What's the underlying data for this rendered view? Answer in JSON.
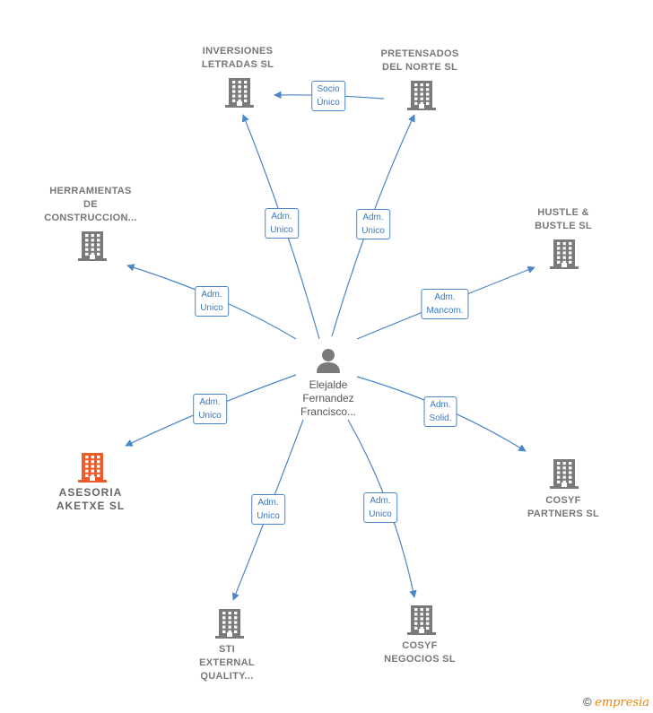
{
  "diagram": {
    "center": {
      "name": "Elejalde\nFernandez\nFrancisco..."
    },
    "companies": [
      {
        "id": "inversiones",
        "name": "INVERSIONES\nLETRADAS  SL",
        "highlight": false
      },
      {
        "id": "pretensados",
        "name": "PRETENSADOS\nDEL NORTE SL",
        "highlight": false
      },
      {
        "id": "herramientas",
        "name": "HERRAMIENTAS\nDE\nCONSTRUCCION...",
        "highlight": false
      },
      {
        "id": "hustle",
        "name": "HUSTLE &\nBUSTLE  SL",
        "highlight": false
      },
      {
        "id": "asesoria",
        "name": "ASESORIA\nAKETXE  SL",
        "highlight": true
      },
      {
        "id": "cosyfp",
        "name": "COSYF\nPARTNERS  SL",
        "highlight": false
      },
      {
        "id": "sti",
        "name": "STI\nEXTERNAL\nQUALITY...",
        "highlight": false
      },
      {
        "id": "cosyfn",
        "name": "COSYF\nNEGOCIOS SL",
        "highlight": false
      }
    ],
    "edges": [
      {
        "from": "center",
        "to": "inversiones",
        "label": "Adm.\nUnico"
      },
      {
        "from": "center",
        "to": "pretensados",
        "label": "Adm.\nUnico"
      },
      {
        "from": "pretensados",
        "to": "inversiones",
        "label": "Socio\nÚnico"
      },
      {
        "from": "center",
        "to": "herramientas",
        "label": "Adm.\nUnico"
      },
      {
        "from": "center",
        "to": "hustle",
        "label": "Adm.\nMancom."
      },
      {
        "from": "center",
        "to": "asesoria",
        "label": "Adm.\nUnico"
      },
      {
        "from": "center",
        "to": "cosyfp",
        "label": "Adm.\nSolid."
      },
      {
        "from": "center",
        "to": "sti",
        "label": "Adm.\nUnico"
      },
      {
        "from": "center",
        "to": "cosyfn",
        "label": "Adm.\nUnico"
      }
    ],
    "colors": {
      "edge": "#4a86c8",
      "building": "#7a7a7a",
      "highlight": "#f05a28",
      "person": "#7a7a7a"
    }
  },
  "footer": {
    "copyright": "©",
    "brand": "empresia"
  }
}
